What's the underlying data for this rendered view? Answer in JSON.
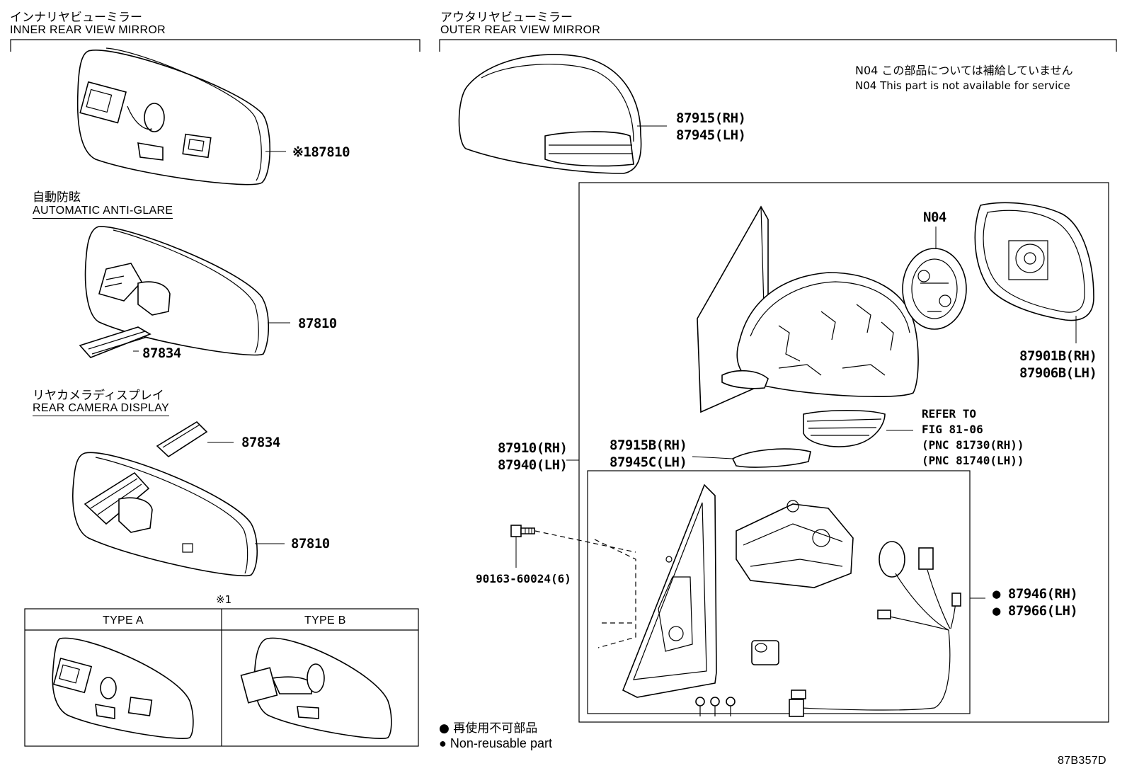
{
  "inner": {
    "title_jp": "インナリヤビューミラー",
    "title_en": "INNER REAR VIEW MIRROR",
    "part1": "※187810",
    "auto_jp": "自動防眩",
    "auto_en": "AUTOMATIC ANTI-GLARE",
    "part2": "87810",
    "part3": "87834",
    "cam_jp": "リヤカメラディスプレイ",
    "cam_en": "REAR CAMERA DISPLAY",
    "part4": "87834",
    "part5": "87810",
    "table_mark": "※1",
    "type_a": "TYPE A",
    "type_b": "TYPE B"
  },
  "outer": {
    "title_jp": "アウタリヤビューミラー",
    "title_en": "OUTER REAR VIEW MIRROR",
    "note_jp": "N04 この部品については補給していません",
    "note_en": "N04 This part is not available for service",
    "cover_rh": "87915(RH)",
    "cover_lh": "87945(LH)",
    "n04": "N04",
    "glass_rh": "87901B(RH)",
    "glass_lh": "87906B(LH)",
    "refer1": "REFER TO",
    "refer2": "FIG 81-06",
    "refer3": "(PNC 81730(RH))",
    "refer4": "(PNC 81740(LH))",
    "assy_rh": "87910(RH)",
    "assy_lh": "87940(LH)",
    "lamp_rh": "87915B(RH)",
    "lamp_lh": "87945C(LH)",
    "screw": "90163-60024(6)",
    "base_rh": "● 87946(RH)",
    "base_lh": "● 87966(LH)"
  },
  "legend": {
    "jp": "再使用不可部品",
    "en": "Non-reusable part"
  },
  "diagram_code": "87B357D"
}
